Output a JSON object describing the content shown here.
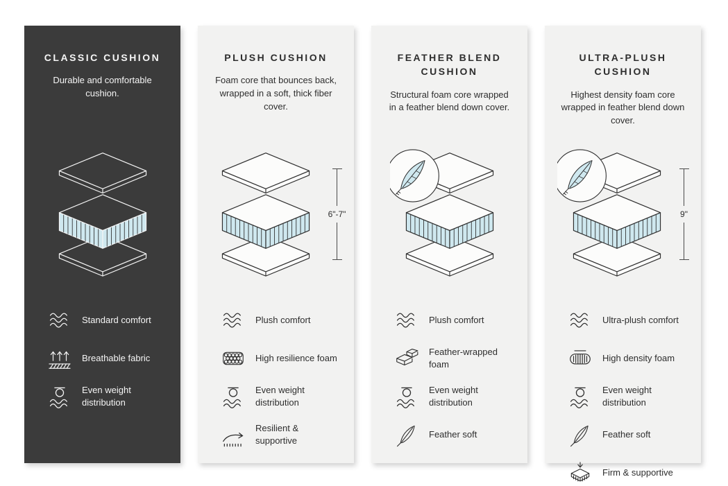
{
  "colors": {
    "page_background": "#ffffff",
    "dark_panel_background": "#3b3b3b",
    "light_panel_background": "#f2f2f1",
    "foam_blue": "#cfe8ef",
    "stroke_dark": "#2e2e2e",
    "stroke_light": "#f5f5f5"
  },
  "panels": [
    {
      "id": "classic-cushion",
      "theme": "dark",
      "title": "CLASSIC CUSHION",
      "description": "Durable and comfortable cushion.",
      "has_feather_badge": false,
      "height_label": "",
      "features": [
        {
          "icon": "wave-icon",
          "label": "Standard comfort"
        },
        {
          "icon": "breathable-fabric-icon",
          "label": "Breathable fabric"
        },
        {
          "icon": "weight-distribution-icon",
          "label": "Even weight distribution"
        }
      ]
    },
    {
      "id": "plush-cushion",
      "theme": "light",
      "title": "PLUSH CUSHION",
      "description": "Foam core that bounces back, wrapped in a soft, thick fiber cover.",
      "has_feather_badge": false,
      "height_label": "6\"-7\"",
      "features": [
        {
          "icon": "wave-icon",
          "label": "Plush comfort"
        },
        {
          "icon": "resilience-foam-icon",
          "label": "High resilience foam"
        },
        {
          "icon": "weight-distribution-icon",
          "label": "Even weight distribution"
        },
        {
          "icon": "resilient-spring-icon",
          "label": "Resilient & supportive"
        }
      ]
    },
    {
      "id": "feather-blend-cushion",
      "theme": "light",
      "title": "FEATHER BLEND CUSHION",
      "description": "Structural foam core wrapped in a feather blend down cover.",
      "has_feather_badge": true,
      "height_label": "",
      "features": [
        {
          "icon": "wave-icon",
          "label": "Plush comfort"
        },
        {
          "icon": "feather-wrapped-foam-icon",
          "label": "Feather-wrapped foam"
        },
        {
          "icon": "weight-distribution-icon",
          "label": "Even weight distribution"
        },
        {
          "icon": "feather-icon",
          "label": "Feather soft"
        }
      ]
    },
    {
      "id": "ultra-plush-cushion",
      "theme": "light",
      "title": "ULTRA-PLUSH CUSHION",
      "description": "Highest density foam core wrapped in feather blend down cover.",
      "has_feather_badge": true,
      "height_label": "9\"",
      "features": [
        {
          "icon": "wave-icon",
          "label": "Ultra-plush comfort"
        },
        {
          "icon": "density-foam-icon",
          "label": "High density foam"
        },
        {
          "icon": "weight-distribution-icon",
          "label": "Even weight distribution"
        },
        {
          "icon": "feather-icon",
          "label": "Feather soft"
        },
        {
          "icon": "firm-supportive-icon",
          "label": "Firm & supportive"
        }
      ]
    }
  ]
}
